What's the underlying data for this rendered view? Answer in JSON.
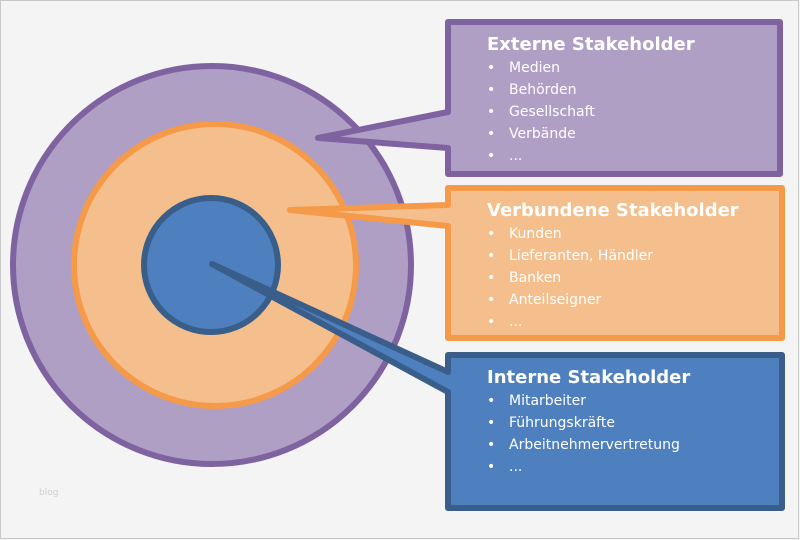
{
  "groups": [
    {
      "title": "Externe Stakeholder",
      "items": [
        "Medien",
        "Behörden",
        "Gesellschaft",
        "Verbände",
        "..."
      ],
      "fill": "#b09fc5",
      "stroke": "#7f63a1"
    },
    {
      "title": "Verbundene Stakeholder",
      "items": [
        "Kunden",
        "Lieferanten, Händler",
        "Banken",
        "Anteilseigner",
        "..."
      ],
      "fill": "#f5bf8d",
      "stroke": "#f59a49"
    },
    {
      "title": "Interne Stakeholder",
      "items": [
        "Mitarbeiter",
        "Führungskräfte",
        "Arbeitnehmervertretung",
        "..."
      ],
      "fill": "#4e80bf",
      "stroke": "#3a5e8a"
    }
  ],
  "watermark": "blog"
}
